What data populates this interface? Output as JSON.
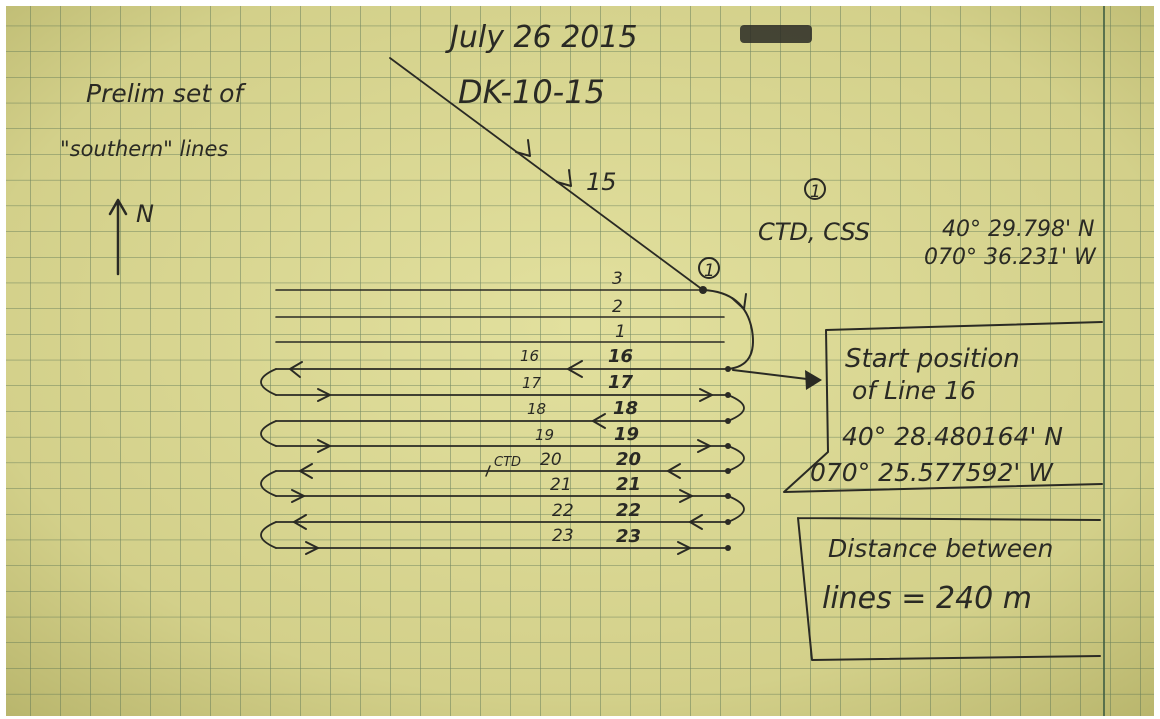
{
  "notes": {
    "date": "July 26 2015",
    "cruise": "DK-10-15",
    "heading_line1": "Prelim set of",
    "heading_line2": "\"southern\" lines",
    "north_label": "N",
    "track_label": "15",
    "station_marker": "1",
    "station_marker_callout": "1",
    "ctd_text": "CTD, CSS",
    "ctd_lat": "40° 29.798' N",
    "ctd_lon": "070° 36.231' W",
    "start_box_title_1": "Start position",
    "start_box_title_2": "of Line 16",
    "start_lat": "40° 28.480164' N",
    "start_lon": "070° 25.577592' W",
    "distance_line_1": "Distance between",
    "distance_line_2": "lines = 240 m",
    "ctd_mark": "CTD"
  },
  "lines": {
    "upper": [
      "3",
      "2",
      "1"
    ],
    "left_labels": [
      "16",
      "17",
      "18",
      "19",
      "20",
      "21",
      "22",
      "23"
    ],
    "right_labels": [
      "16",
      "17",
      "18",
      "19",
      "20",
      "21",
      "22",
      "23"
    ]
  },
  "colors": {
    "paper": "#d6d48e",
    "grid": "#4d6a4e",
    "ink": "#2a2a24"
  }
}
